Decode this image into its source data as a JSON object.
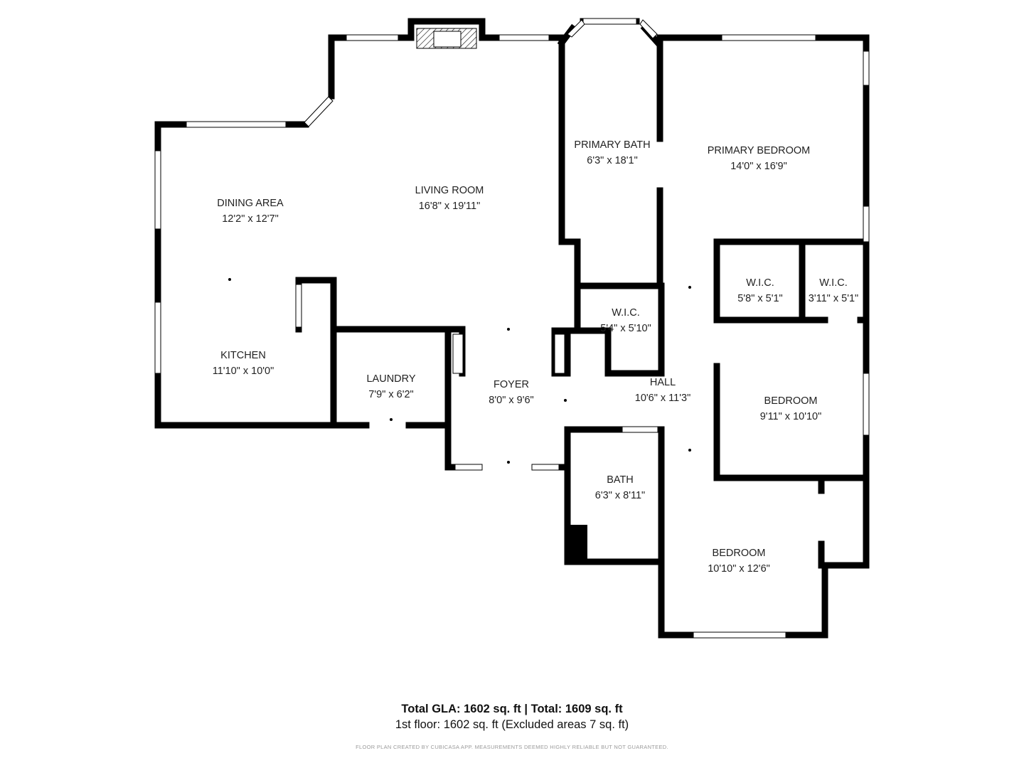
{
  "rooms": [
    {
      "id": "dining",
      "name": "DINING AREA",
      "dim": "12'2\" x 12'7\""
    },
    {
      "id": "living",
      "name": "LIVING ROOM",
      "dim": "16'8\" x 19'11\""
    },
    {
      "id": "primary_bath",
      "name": "PRIMARY BATH",
      "dim": "6'3\" x 18'1\""
    },
    {
      "id": "primary_bedroom",
      "name": "PRIMARY BEDROOM",
      "dim": "14'0\" x 16'9\""
    },
    {
      "id": "wic1",
      "name": "W.I.C.",
      "dim": "5'8\" x 5'1\""
    },
    {
      "id": "wic2",
      "name": "W.I.C.",
      "dim": "3'11\" x 5'1\""
    },
    {
      "id": "wic3",
      "name": "W.I.C.",
      "dim": "5'4\" x 5'10\""
    },
    {
      "id": "kitchen",
      "name": "KITCHEN",
      "dim": "11'10\" x 10'0\""
    },
    {
      "id": "laundry",
      "name": "LAUNDRY",
      "dim": "7'9\" x 6'2\""
    },
    {
      "id": "foyer",
      "name": "FOYER",
      "dim": "8'0\" x 9'6\""
    },
    {
      "id": "hall",
      "name": "HALL",
      "dim": "10'6\" x 11'3\""
    },
    {
      "id": "bedroom1",
      "name": "BEDROOM",
      "dim": "9'11\" x 10'10\""
    },
    {
      "id": "bath",
      "name": "BATH",
      "dim": "6'3\" x 8'11\""
    },
    {
      "id": "bedroom2",
      "name": "BEDROOM",
      "dim": "10'10\" x 12'6\""
    }
  ],
  "summary": {
    "main": "Total GLA: 1602 sq. ft | Total: 1609 sq. ft",
    "sub": "1st floor: 1602 sq. ft (Excluded areas 7 sq. ft)"
  },
  "disclaimer": "FLOOR PLAN CREATED BY CUBICASA APP. MEASUREMENTS DEEMED HIGHLY RELIABLE BUT NOT GUARANTEED."
}
